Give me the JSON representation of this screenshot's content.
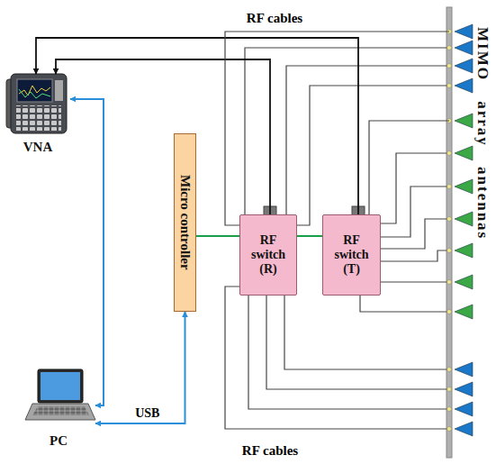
{
  "diagram": {
    "nodes": [
      {
        "text": [
          "VNA"
        ]
      },
      {
        "text": [
          "Micro controller"
        ]
      },
      {
        "text": [
          "RF switch (R)"
        ]
      },
      {
        "text": [
          "RF switch (T)"
        ]
      },
      {
        "text": [
          "MIMO array antennas"
        ]
      },
      {
        "text": [
          "PC"
        ]
      }
    ],
    "edges": [
      {
        "from": 2,
        "to": 0,
        "arrow": "to"
      },
      {
        "from": 3,
        "to": 0,
        "arrow": "to"
      },
      {
        "from": 1,
        "to": 2,
        "arrow": "none"
      },
      {
        "from": 2,
        "to": 3,
        "arrow": "none"
      },
      {
        "from": 2,
        "to": 4,
        "arrow": "none"
      },
      {
        "from": 3,
        "to": 4,
        "arrow": "none"
      },
      {
        "from": 5,
        "to": 0,
        "arrow": "both"
      },
      {
        "from": 5,
        "to": 1,
        "label": "USB",
        "arrow": "both"
      }
    ],
    "labels": [
      "RF cables",
      "RF cables"
    ]
  }
}
